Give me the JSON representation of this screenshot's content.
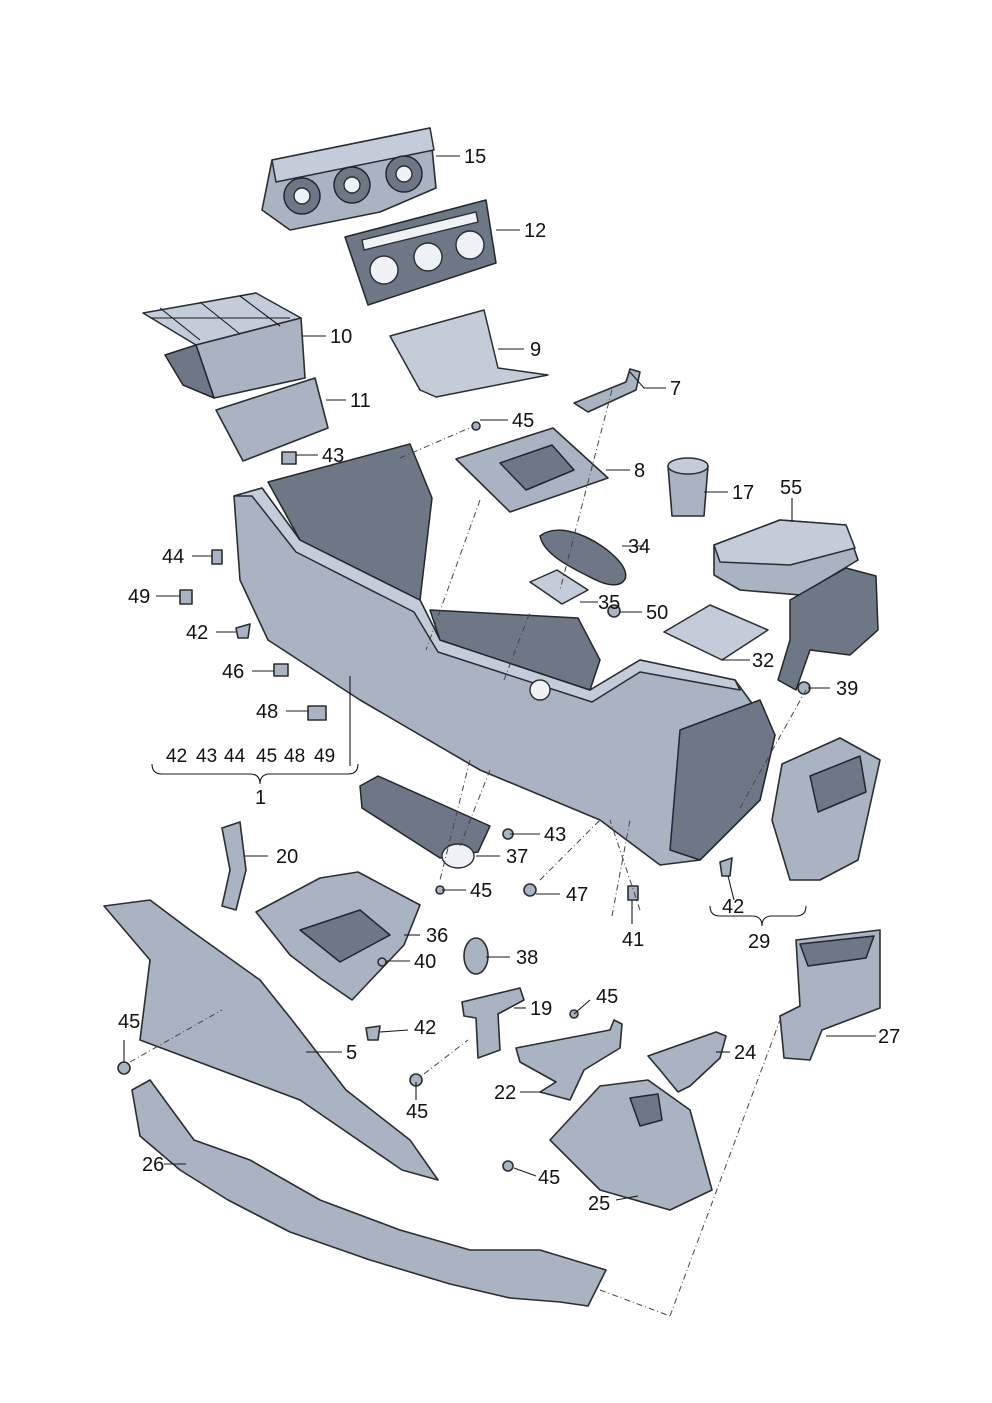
{
  "callouts": {
    "c15": "15",
    "c12": "12",
    "c10": "10",
    "c9": "9",
    "c11": "11",
    "c7": "7",
    "c45a": "45",
    "c8": "8",
    "c43a": "43",
    "c17": "17",
    "c55": "55",
    "c34": "34",
    "c44": "44",
    "c49": "49",
    "c35": "35",
    "c50": "50",
    "c42a": "42",
    "c32": "32",
    "c46": "46",
    "c39": "39",
    "c48": "48",
    "c43b": "43",
    "c37": "37",
    "c20": "20",
    "c45b": "45",
    "c47": "47",
    "c36": "36",
    "c40": "40",
    "c38": "38",
    "c41": "41",
    "c42b": "42",
    "c29": "29",
    "c45c": "45",
    "c19": "19",
    "c45d": "45",
    "c42c": "42",
    "c5": "5",
    "c24": "24",
    "c27": "27",
    "c45e": "45",
    "c22": "22",
    "c26": "26",
    "c45f": "45",
    "c25": "25"
  },
  "group_1": {
    "members": [
      "42",
      "43",
      "44",
      "45",
      "48",
      "49"
    ],
    "label": "1"
  }
}
